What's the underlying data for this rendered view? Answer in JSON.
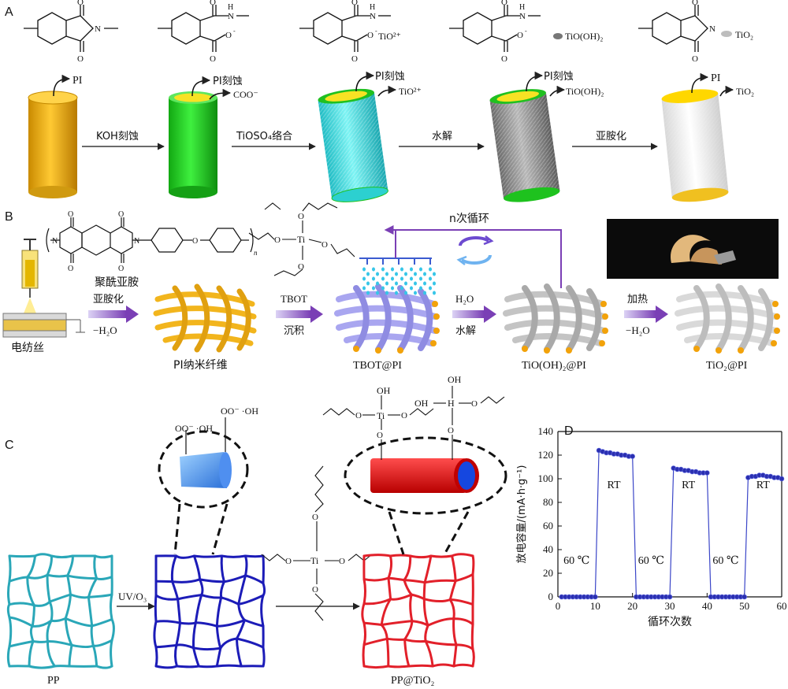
{
  "panel_a": {
    "letter": "A",
    "struct_labels": [
      "TiO²⁺",
      "TiO(OH)₂",
      "TiO₂"
    ],
    "cyl_labels": [
      {
        "top": "PI",
        "side": ""
      },
      {
        "top": "PI刻蚀",
        "side": "COO⁻"
      },
      {
        "top": "PI刻蚀",
        "side": "TiO²⁺"
      },
      {
        "top": "PI刻蚀",
        "side": "TiO(OH)₂"
      },
      {
        "top": "PI",
        "side": "TiO₂"
      }
    ],
    "steps": [
      "KOH刻蚀",
      "TiOSO₄络合",
      "水解",
      "亚胺化"
    ],
    "colors": {
      "pi": "#f2b51d",
      "etched": "#2ecc2e",
      "complexed": "#3fe0e0",
      "hydrolyzed": "#8e8e8e",
      "final": "#f4f4f4"
    }
  },
  "panel_b": {
    "letter": "B",
    "polymer_name": "聚酰亚胺",
    "n_sub": "n",
    "electrospin": "电纺丝",
    "arrow1_top": "亚胺化",
    "arrow1_bottom": "−H₂O",
    "fiber1": "PI纳米纤维",
    "arrow2_top": "TBOT",
    "arrow2_bottom": "沉积",
    "fiber2": "TBOT@PI",
    "cycle": "n次循环",
    "arrow3_top": "H₂O",
    "arrow3_bottom": "水解",
    "fiber3": "TiO(OH)₂@PI",
    "arrow4_top": "加热",
    "arrow4_bottom": "−H₂O",
    "fiber4": "TiO₂@PI",
    "tbot_atom": "Ti"
  },
  "panel_c": {
    "letter": "C",
    "pp": "PP",
    "uv": "UV/O₃",
    "pp_tio2": "PP@TiO₂",
    "label_oo_1": "OO⁻ ·OH",
    "label_oo_2": "OO⁻ ·OH",
    "ti": "Ti",
    "oh": "OH",
    "h": "H"
  },
  "panel_d": {
    "letter": "D",
    "temp_labels": [
      "60 ℃",
      "60 ℃",
      "60 ℃"
    ],
    "rt_labels": [
      "RT",
      "RT",
      "RT"
    ],
    "chart_data": {
      "type": "line",
      "title": "",
      "xlabel": "循环次数",
      "ylabel": "放电容量/(mA·h·g⁻¹)",
      "xlim": [
        0,
        60
      ],
      "ylim": [
        0,
        140
      ],
      "xticks": [
        0,
        10,
        20,
        30,
        40,
        50,
        60
      ],
      "yticks": [
        0,
        20,
        40,
        60,
        80,
        100,
        120,
        140
      ],
      "series": [
        {
          "x": [
            1,
            2,
            3,
            4,
            5,
            6,
            7,
            8,
            9,
            10,
            11,
            12,
            13,
            14,
            15,
            16,
            17,
            18,
            19,
            20,
            21,
            22,
            23,
            24,
            25,
            26,
            27,
            28,
            29,
            30,
            31,
            32,
            33,
            34,
            35,
            36,
            37,
            38,
            39,
            40,
            41,
            42,
            43,
            44,
            45,
            46,
            47,
            48,
            49,
            50,
            51,
            52,
            53,
            54,
            55,
            56,
            57,
            58,
            59,
            60
          ],
          "values": [
            0,
            0,
            0,
            0,
            0,
            0,
            0,
            0,
            0,
            0,
            124,
            123,
            122,
            122,
            121,
            121,
            120,
            120,
            119,
            119,
            0,
            0,
            0,
            0,
            0,
            0,
            0,
            0,
            0,
            0,
            109,
            108,
            108,
            107,
            107,
            106,
            106,
            105,
            105,
            105,
            0,
            0,
            0,
            0,
            0,
            0,
            0,
            0,
            0,
            0,
            101,
            102,
            102,
            103,
            103,
            102,
            102,
            101,
            101,
            100
          ]
        }
      ],
      "grid": false,
      "legend": "none"
    }
  }
}
